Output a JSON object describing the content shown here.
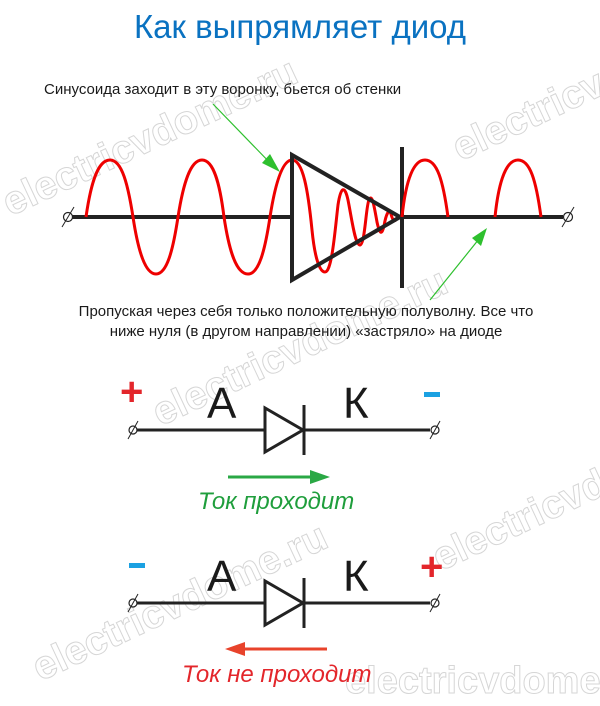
{
  "title": "Как выпрямляет диод",
  "captions": {
    "funnel": "Синусоида заходит в эту воронку, бьется об стенки",
    "halfwave_line1": "Пропуская через себя только положительную полуволну. Все что",
    "halfwave_line2": "ниже нуля (в другом направлении) «застряло» на диоде"
  },
  "forward_diode": {
    "anode_label": "А",
    "cathode_label": "К",
    "left_sign": "+",
    "right_sign": "-",
    "left_sign_color": "#e3262b",
    "right_sign_color": "#1ba1e2",
    "current_direction": "right",
    "status": "Ток проходит",
    "status_color": "#1f9e3c"
  },
  "reverse_diode": {
    "anode_label": "А",
    "cathode_label": "К",
    "left_sign": "-",
    "right_sign": "+",
    "left_sign_color": "#1ba1e2",
    "right_sign_color": "#e3262b",
    "current_direction": "left",
    "status": "Ток не проходит",
    "status_color": "#e3262b"
  },
  "colors": {
    "title": "#0a72c1",
    "wave": "#ee0000",
    "wire": "#222222",
    "pointer_arrow": "#2ec02e"
  },
  "icons": {
    "terminal": "terminal-circle-slash-icon",
    "diode": "diode-symbol-icon"
  },
  "watermark": "electricvdome.ru"
}
